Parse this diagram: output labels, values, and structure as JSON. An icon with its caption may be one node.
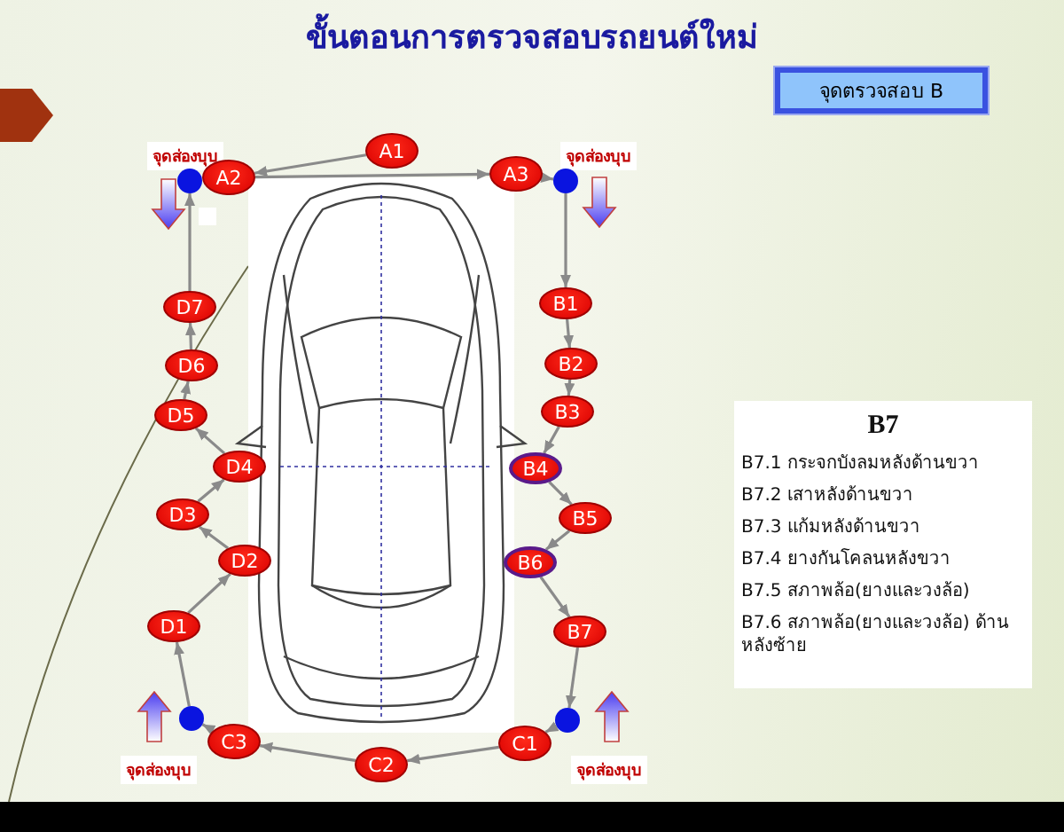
{
  "diagram": {
    "title": "ขั้นตอนการตรวจสอบรถยนต์ใหม่",
    "nodes": [
      {
        "text": [
          "จุดตรวจสอบ B"
        ]
      },
      {
        "text": [
          "A1"
        ]
      },
      {
        "text": [
          "A2"
        ]
      },
      {
        "text": [
          "A3"
        ]
      },
      {
        "text": [],
        "shape": "circle"
      },
      {
        "text": [],
        "shape": "circle"
      },
      {
        "text": [
          "B1"
        ]
      },
      {
        "text": [
          "B2"
        ]
      },
      {
        "text": [
          "B3"
        ]
      },
      {
        "text": [
          "B4"
        ]
      },
      {
        "text": [
          "B5"
        ]
      },
      {
        "text": [
          "B6"
        ]
      },
      {
        "text": [
          "B7"
        ]
      },
      {
        "text": [],
        "shape": "circle"
      },
      {
        "text": [
          "C1"
        ]
      },
      {
        "text": [
          "C2"
        ]
      },
      {
        "text": [
          "C3"
        ]
      },
      {
        "text": [],
        "shape": "circle"
      },
      {
        "text": [
          "D1"
        ]
      },
      {
        "text": [
          "D2"
        ]
      },
      {
        "text": [
          "D3"
        ]
      },
      {
        "text": [
          "D4"
        ]
      },
      {
        "text": [
          "D5"
        ]
      },
      {
        "text": [
          "D6"
        ]
      },
      {
        "text": [
          "D7"
        ]
      },
      {
        "text": [
          "B7",
          "B7.1 กระจกบังลมหลังด้านขวา",
          "B7.2 เสาหลังด้านขวา",
          "B7.3 แก้มหลังด้านขวา",
          "B7.4 ยางกันโคลนหลังขวา",
          "B7.5 สภาพล้อ(ยางและวงล้อ)",
          "B7.6 สภาพล้อ(ยางและวงล้อ) ด้านหลังซ้าย"
        ]
      }
    ],
    "edges": [
      {
        "from": 1,
        "to": 2,
        "arrow": "to"
      },
      {
        "from": 2,
        "to": 3,
        "arrow": "to"
      },
      {
        "from": 3,
        "to": 5,
        "arrow": "to"
      },
      {
        "from": 5,
        "to": 6,
        "arrow": "to"
      },
      {
        "from": 6,
        "to": 7,
        "arrow": "to"
      },
      {
        "from": 7,
        "to": 8,
        "arrow": "to"
      },
      {
        "from": 8,
        "to": 9,
        "arrow": "to"
      },
      {
        "from": 9,
        "to": 10,
        "arrow": "to"
      },
      {
        "from": 10,
        "to": 11,
        "arrow": "to"
      },
      {
        "from": 11,
        "to": 12,
        "arrow": "to"
      },
      {
        "from": 12,
        "to": 13,
        "arrow": "to"
      },
      {
        "from": 13,
        "to": 14,
        "arrow": "to"
      },
      {
        "from": 14,
        "to": 15,
        "arrow": "to"
      },
      {
        "from": 15,
        "to": 16,
        "arrow": "to"
      },
      {
        "from": 16,
        "to": 17,
        "arrow": "to"
      },
      {
        "from": 17,
        "to": 18,
        "arrow": "to"
      },
      {
        "from": 18,
        "to": 19,
        "arrow": "to"
      },
      {
        "from": 19,
        "to": 20,
        "arrow": "to"
      },
      {
        "from": 20,
        "to": 21,
        "arrow": "to"
      },
      {
        "from": 21,
        "to": 22,
        "arrow": "to"
      },
      {
        "from": 22,
        "to": 23,
        "arrow": "to"
      },
      {
        "from": 23,
        "to": 24,
        "arrow": "to"
      },
      {
        "from": 24,
        "to": 4,
        "arrow": "to"
      }
    ],
    "labels": [
      "จุดส่องบุบ",
      "จุดส่องบุบ",
      "จุดส่องบุบ",
      "จุดส่องบุบ"
    ]
  }
}
